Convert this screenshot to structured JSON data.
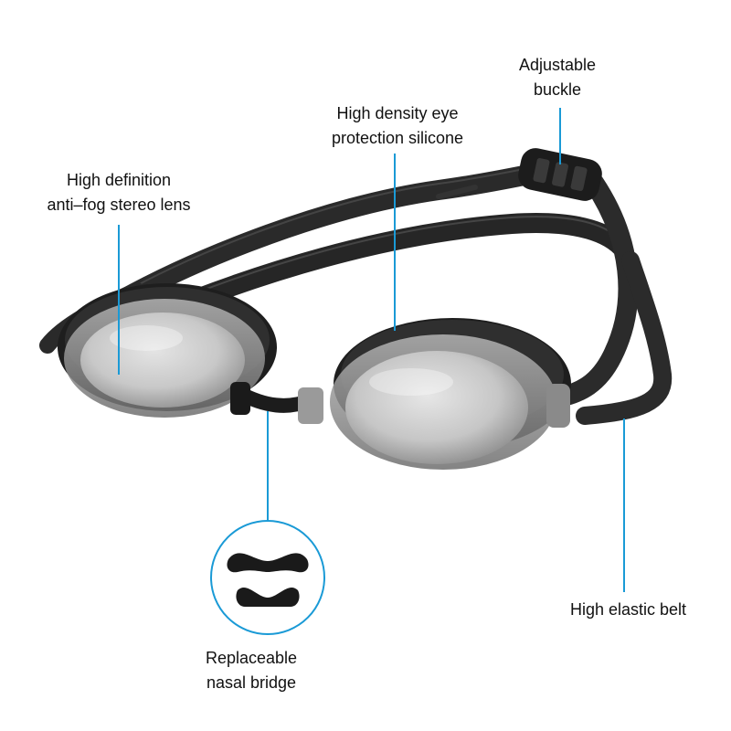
{
  "callouts": {
    "buckle": {
      "line1": "Adjustable",
      "line2": "buckle"
    },
    "silicone": {
      "line1": "High density eye",
      "line2": "protection silicone"
    },
    "lens": {
      "line1": "High definition",
      "line2": "anti–fog stereo lens"
    },
    "bridge": {
      "line1": "Replaceable",
      "line2": "nasal bridge"
    },
    "belt": {
      "line1": "High elastic belt"
    }
  },
  "colors": {
    "accent": "#1a9ad6",
    "strap": "#2a2a2a",
    "gasket": "#1f1f1f",
    "frame": "#9a9a9a",
    "lens": "#c9c9c9"
  },
  "icons": {
    "product": "swim-goggles-icon",
    "inset": "nasal-bridge-pieces-icon"
  }
}
